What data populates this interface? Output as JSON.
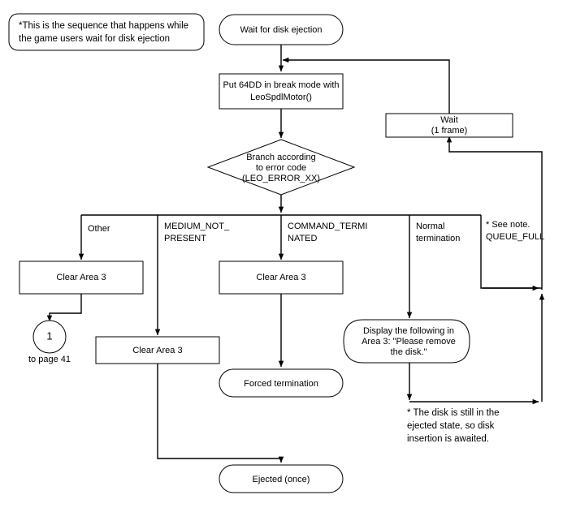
{
  "diagram": {
    "title": "64DD disk ejection wait sequence flowchart",
    "background_color": "#ffffff",
    "line_color": "#000000",
    "fill_color": "#ffffff"
  },
  "note_callout": {
    "line1": "*This is the sequence that happens while",
    "line2": "the game users wait for disk ejection"
  },
  "nodes": {
    "start": {
      "label": "Wait for disk ejection",
      "shape": "rounded-terminator"
    },
    "break_mode": {
      "line1": "Put 64DD in break mode with",
      "line2": "LeoSpdlMotor()",
      "shape": "process"
    },
    "decision": {
      "line1": "Branch according",
      "line2": "to error code",
      "line3": "(LEO_ERROR_XX)",
      "shape": "decision"
    },
    "wait_frame": {
      "line1": "Wait",
      "line2": "(1 frame)",
      "shape": "process"
    },
    "clear_area_3_other": {
      "label": "Clear Area 3",
      "shape": "process"
    },
    "clear_area_3_medium": {
      "label": "Clear Area 3",
      "shape": "process"
    },
    "clear_area_3_command": {
      "label": "Clear Area 3",
      "shape": "process"
    },
    "display_message": {
      "line1": "Display the following in",
      "line2": "Area 3: \"Please remove",
      "line3": "the disk.\"",
      "shape": "display"
    },
    "forced_termination": {
      "label": "Forced termination",
      "shape": "rounded-terminator"
    },
    "ejected_once": {
      "label": "Ejected (once)",
      "shape": "rounded-terminator"
    },
    "page_connector": {
      "label": "1",
      "caption": "to page 41",
      "shape": "circle-connector"
    }
  },
  "branch_labels": {
    "other": "Other",
    "medium_not_present_line1": "MEDIUM_NOT_",
    "medium_not_present_line2": "PRESENT",
    "command_terminated_line1": "COMMAND_TERMI",
    "command_terminated_line2": "NATED",
    "normal_termination_line1": "Normal",
    "normal_termination_line2": "termination",
    "queue_full_line1": "* See note.",
    "queue_full_line2": "QUEUE_FULL"
  },
  "footnote": {
    "line1": "* The disk is still in the",
    "line2": "ejected state, so disk",
    "line3": "insertion is awaited."
  }
}
